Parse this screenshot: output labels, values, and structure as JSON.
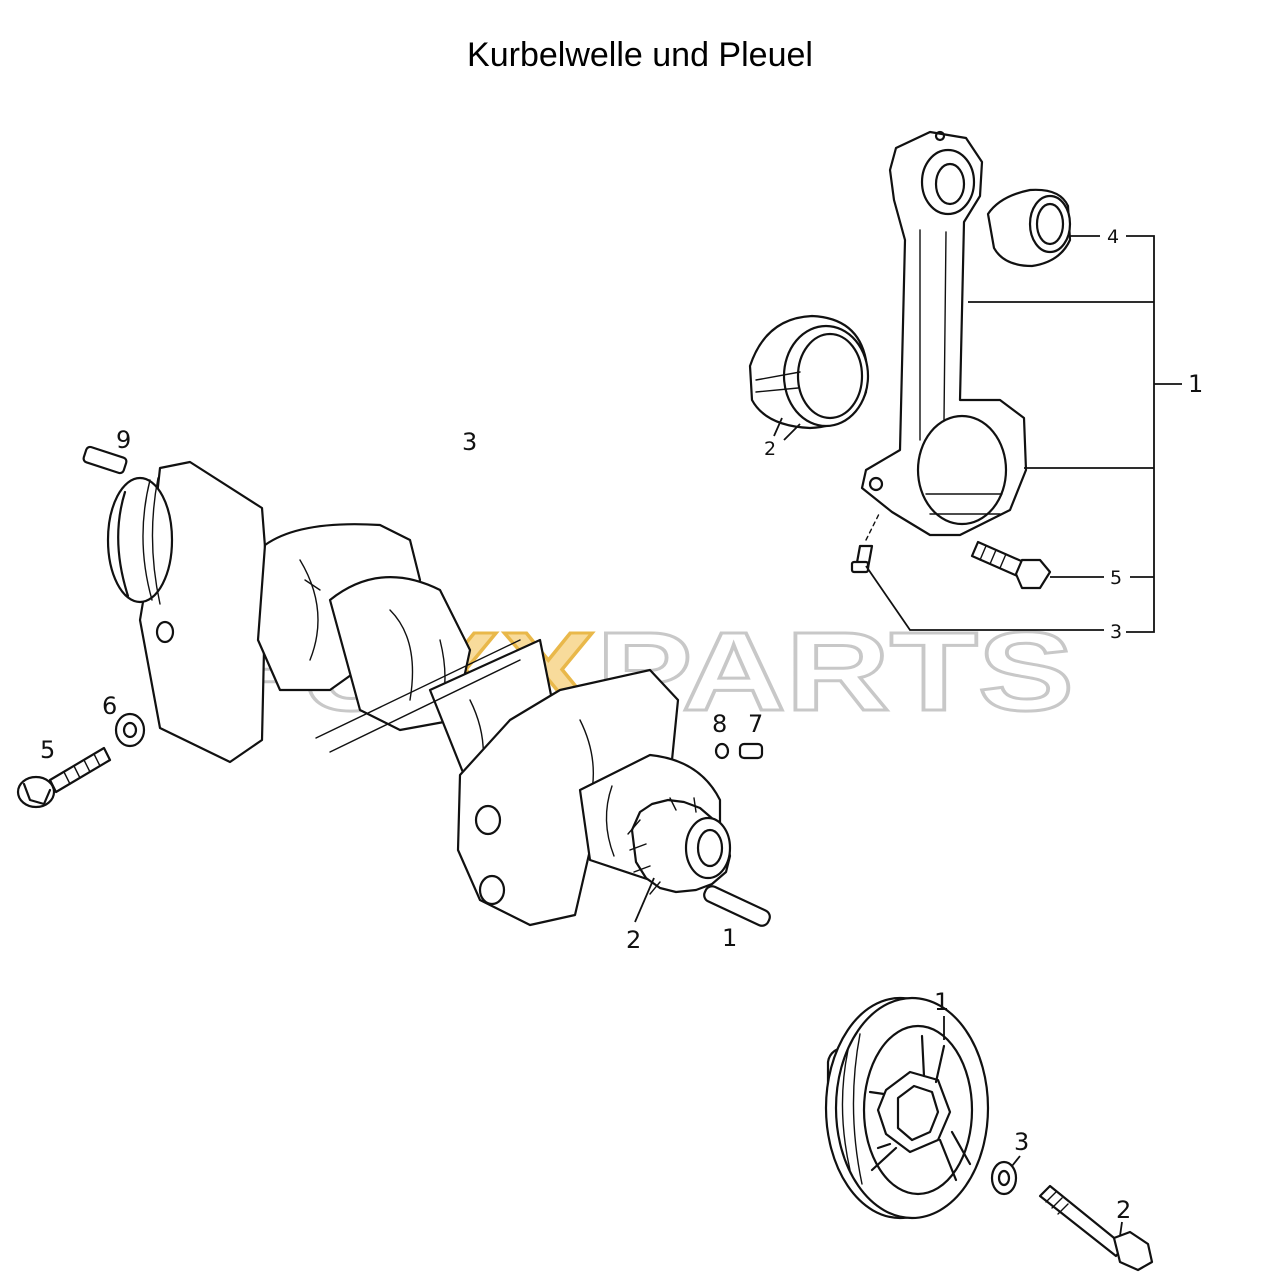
{
  "title": "Kurbelwelle und Pleuel",
  "watermark": {
    "prefix": "FU",
    "highlight": "XX",
    "suffix": "PARTS",
    "outline_color": "#c8c8c8",
    "highlight_color": "#f5cf7a"
  },
  "groups": {
    "crankshaft": {
      "group_number": "3",
      "callouts": [
        "9",
        "6",
        "5",
        "8",
        "7",
        "2",
        "1"
      ]
    },
    "connecting_rod": {
      "callouts": [
        "4",
        "1",
        "2",
        "5",
        "3"
      ]
    },
    "pulley": {
      "callouts": [
        "1",
        "3",
        "2"
      ]
    }
  }
}
